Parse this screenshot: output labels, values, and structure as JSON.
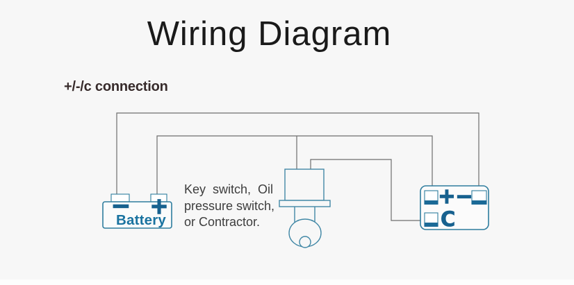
{
  "page": {
    "title": "Wiring Diagram",
    "subtitle": "+/-/c connection"
  },
  "note": {
    "line1": "Key  switch,  Oil",
    "line2": "pressure switch,",
    "line3": "or Contractor."
  },
  "battery": {
    "label": "Battery",
    "minus_sign": "−",
    "plus_sign": "+"
  },
  "terminal_block": {
    "plus_sign": "+",
    "minus_sign": "−",
    "c_label": "C"
  },
  "colors": {
    "background": "#f7f7f7",
    "outline_teal": "#2e7d9e",
    "switch_teal": "#4288a6",
    "sign_teal": "#17618f",
    "terminal_bar_teal": "#1b6a97",
    "wire_gray": "#6e6e6e",
    "title_black": "#1a1a1a",
    "subtitle_dark": "#372b2b",
    "note_gray": "#3d3d3d"
  }
}
